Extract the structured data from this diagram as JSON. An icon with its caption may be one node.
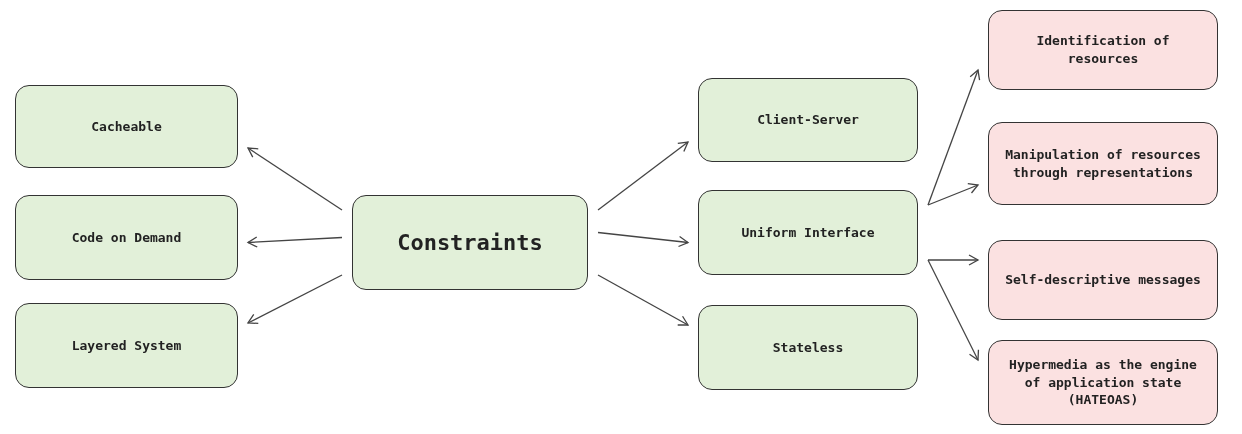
{
  "diagram": {
    "nodes": [
      {
        "text": [
          "Constraints"
        ]
      },
      {
        "text": [
          "Cacheable"
        ]
      },
      {
        "text": [
          "Code on Demand"
        ]
      },
      {
        "text": [
          "Layered System"
        ]
      },
      {
        "text": [
          "Client-Server"
        ]
      },
      {
        "text": [
          "Uniform Interface"
        ]
      },
      {
        "text": [
          "Stateless"
        ]
      },
      {
        "text": [
          "Identification of resources"
        ]
      },
      {
        "text": [
          "Manipulation of resources through representations"
        ]
      },
      {
        "text": [
          "Self-descriptive messages"
        ]
      },
      {
        "text": [
          "Hypermedia as the engine of application state (HATEOAS)"
        ]
      }
    ],
    "edges": [
      {
        "from": 0,
        "to": 1,
        "arrow": "to"
      },
      {
        "from": 0,
        "to": 2,
        "arrow": "to"
      },
      {
        "from": 0,
        "to": 3,
        "arrow": "to"
      },
      {
        "from": 0,
        "to": 4,
        "arrow": "to"
      },
      {
        "from": 0,
        "to": 5,
        "arrow": "to"
      },
      {
        "from": 0,
        "to": 6,
        "arrow": "to"
      },
      {
        "from": 5,
        "to": 7,
        "arrow": "to"
      },
      {
        "from": 5,
        "to": 8,
        "arrow": "to"
      },
      {
        "from": 5,
        "to": 9,
        "arrow": "to"
      },
      {
        "from": 5,
        "to": 10,
        "arrow": "to"
      }
    ]
  }
}
